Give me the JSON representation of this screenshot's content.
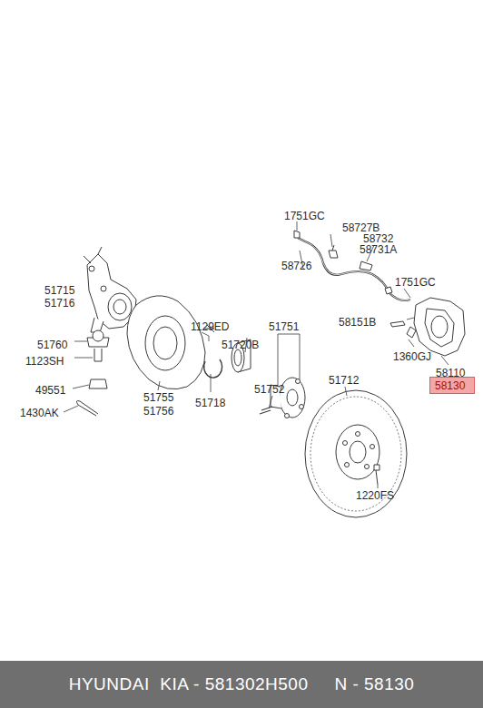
{
  "diagram": {
    "nodes": [
      {
        "text": [
          "58130"
        ]
      },
      {
        "text": [
          "HYUNDAI  KIA - 581302H500     N - 58130"
        ]
      }
    ],
    "labels": [
      "1751GC",
      "58727B",
      "58732",
      "58731A",
      "58726",
      "1751GC",
      "58151B",
      "1360GJ",
      "58110",
      "51715",
      "51716",
      "1129ED",
      "51751",
      "51720B",
      "51760",
      "1123SH",
      "51752",
      "51712",
      "49551",
      "51755",
      "51756",
      "51718",
      "1430AK",
      "1220FS"
    ]
  }
}
